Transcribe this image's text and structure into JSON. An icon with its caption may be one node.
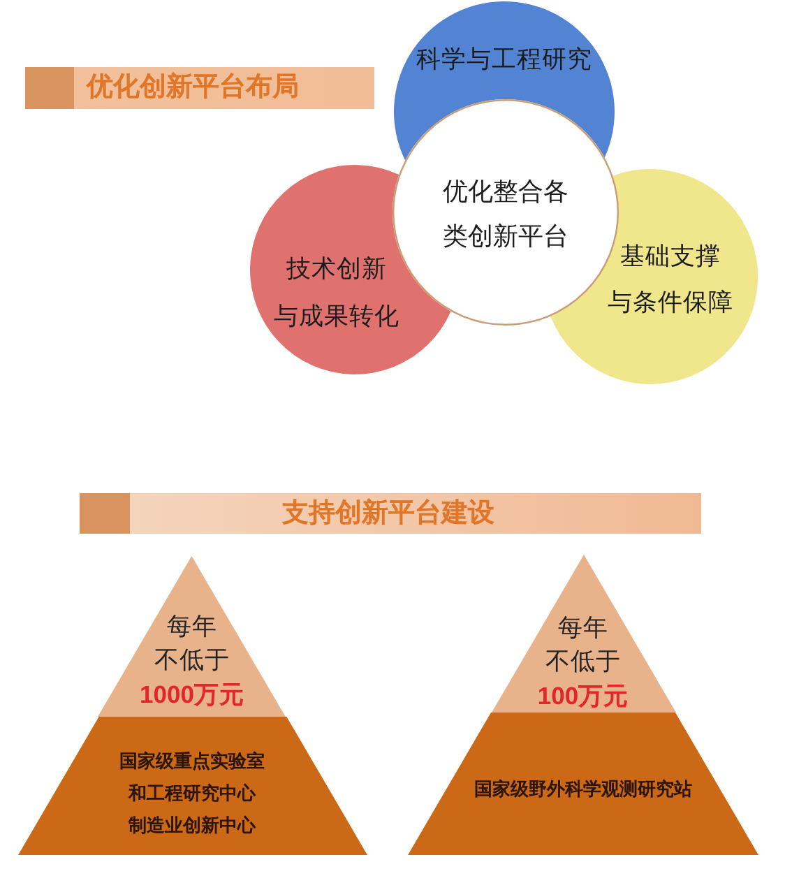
{
  "diagram": {
    "nodes": [
      {
        "text": [
          "优化创新平台布局"
        ]
      },
      {
        "text": [
          "科学与工程研究"
        ]
      },
      {
        "text": [
          "优化整合各类创新平台"
        ]
      },
      {
        "text": [
          "技术创新与成果转化"
        ]
      },
      {
        "text": [
          "基础支撑与条件保障"
        ]
      },
      {
        "text": [
          "支持创新平台建设"
        ]
      },
      {
        "text": [
          "每年不低于",
          "1000万元"
        ]
      },
      {
        "text": [
          "国家级重点实验室和工程研究中心",
          "制造业创新中心"
        ]
      },
      {
        "text": [
          "每年不低于",
          "100万元"
        ]
      },
      {
        "text": [
          "国家级野外科学观测研究站"
        ]
      }
    ]
  }
}
